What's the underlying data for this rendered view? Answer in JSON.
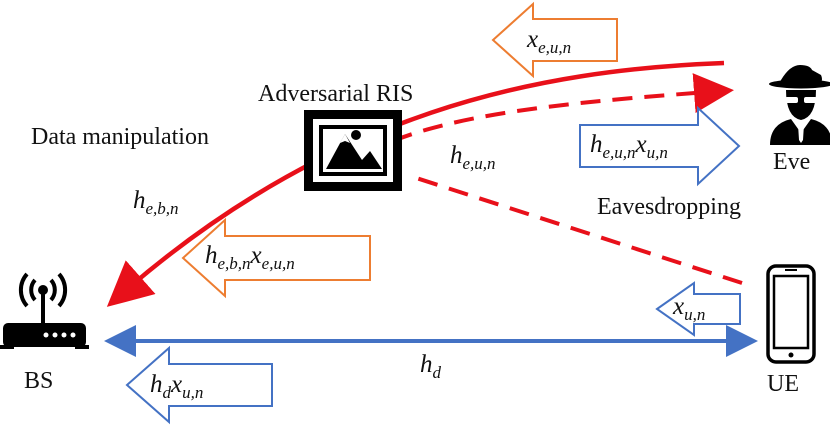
{
  "nodes": {
    "ris_label": "Adversarial RIS",
    "bs_label": "BS",
    "ue_label": "UE",
    "eve_label": "Eve"
  },
  "annotations": {
    "data_manipulation": "Data manipulation",
    "eavesdropping": "Eavesdropping"
  },
  "channels": {
    "h_e_b_n": {
      "main": "h",
      "sub": "e,b,n"
    },
    "h_e_u_n": {
      "main": "h",
      "sub": "e,u,n"
    },
    "h_d": {
      "main": "h",
      "sub": "d"
    }
  },
  "signals": {
    "x_e_u_n": {
      "main": "x",
      "sub": "e,u,n"
    },
    "h_e_u_n_x_u_n": {
      "main1": "h",
      "sub1": "e,u,n",
      "main2": "x",
      "sub2": "u,n"
    },
    "h_e_b_n_x_e_u_n": {
      "main1": "h",
      "sub1": "e,b,n",
      "main2": "x",
      "sub2": "e,u,n"
    },
    "x_u_n": {
      "main": "x",
      "sub": "u,n"
    },
    "h_d_x_u_n": {
      "main1": "h",
      "sub1": "d",
      "main2": "x",
      "sub2": "u,n"
    }
  },
  "colors": {
    "red_link": "#e8101a",
    "blue_link": "#4472c4",
    "orange_arrow": "#ed7d31",
    "blue_arrow": "#4472c4",
    "icon": "#000000"
  }
}
